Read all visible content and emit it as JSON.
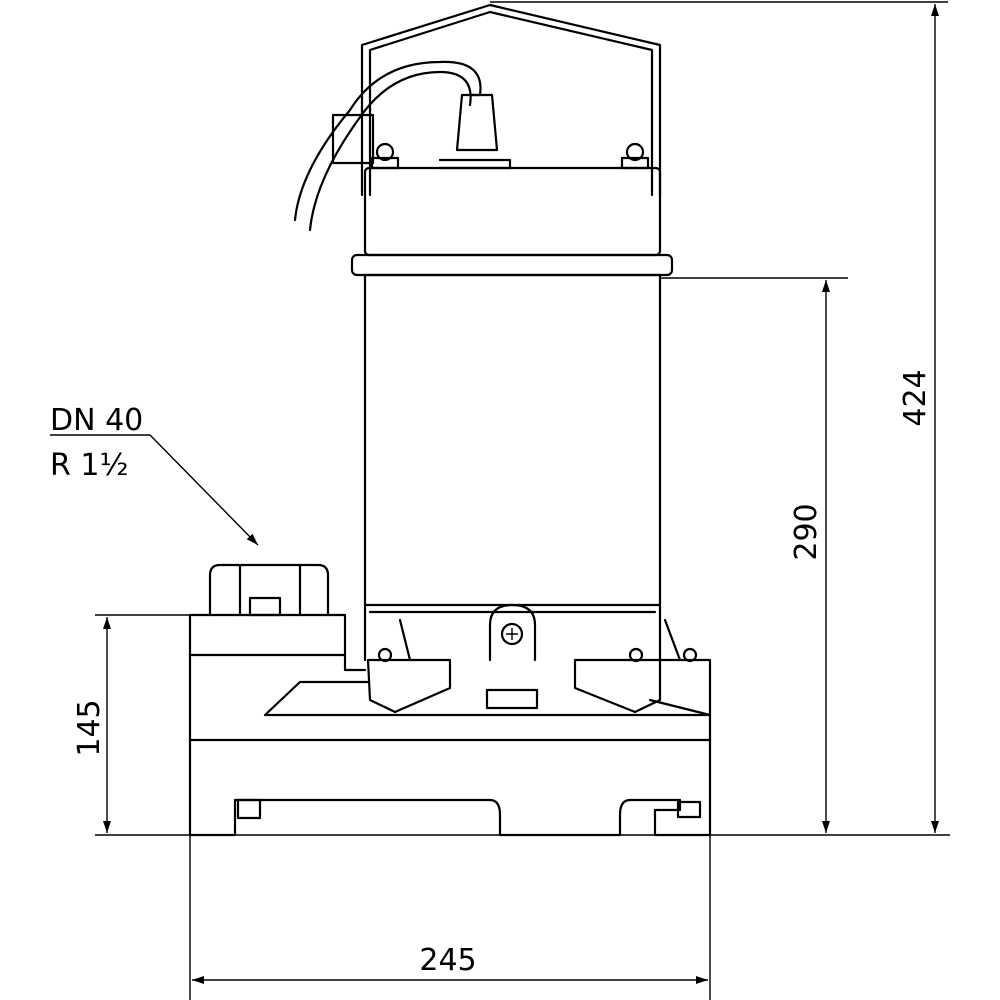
{
  "drawing": {
    "outlet_label_nominal": "DN 40",
    "outlet_label_thread": "R 1½",
    "dim_total_height": "424",
    "dim_motor_height": "290",
    "dim_base_height": "145",
    "dim_width": "245"
  }
}
